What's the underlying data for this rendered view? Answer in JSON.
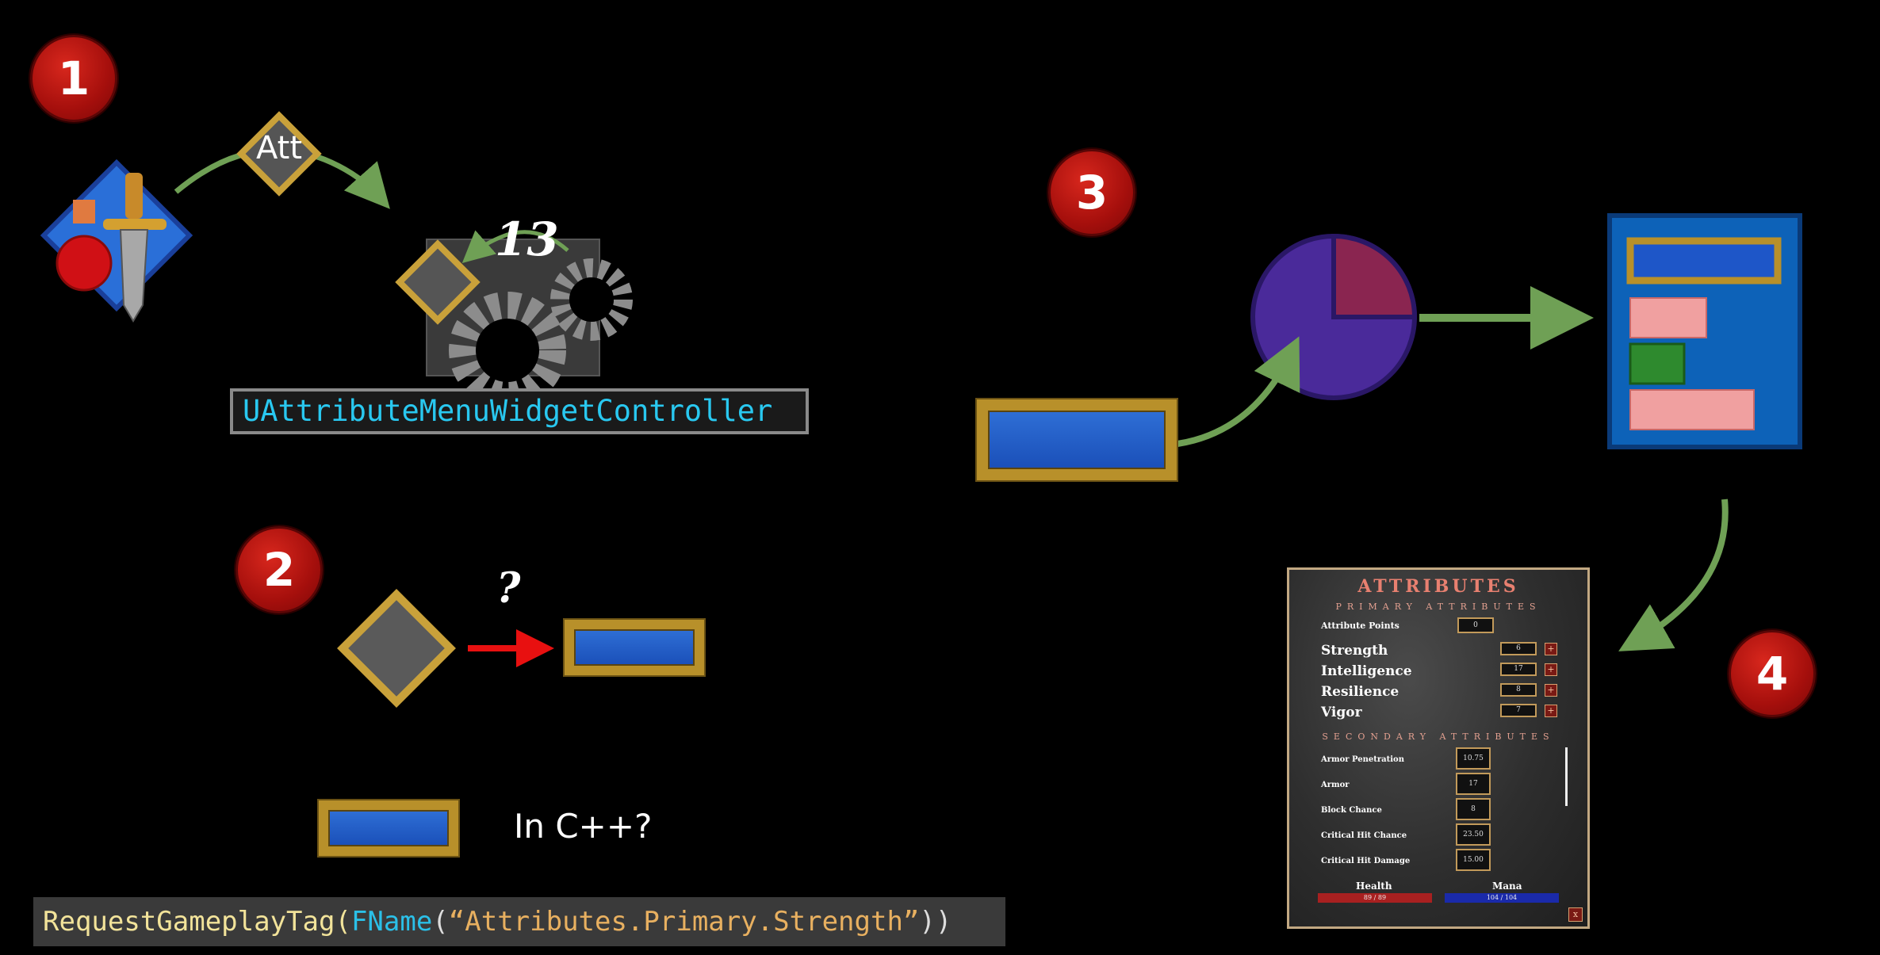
{
  "badges": [
    "1",
    "2",
    "3",
    "4"
  ],
  "section1": {
    "att_label": "Att",
    "count_label": "13",
    "controller_name": "UAttributeMenuWidgetController"
  },
  "section2": {
    "question_mark": "?",
    "cpp_question": "In C++?"
  },
  "code_line": {
    "fn": "RequestGameplayTag(",
    "type": "FName",
    "open_paren": "(",
    "string": "“Attributes.Primary.Strength”",
    "close": "))"
  },
  "attributes_panel": {
    "title": "ATTRIBUTES",
    "primary_header": "PRIMARY ATTRIBUTES",
    "attribute_points_label": "Attribute Points",
    "attribute_points_value": "0",
    "primary": [
      {
        "name": "Strength",
        "value": "6"
      },
      {
        "name": "Intelligence",
        "value": "17"
      },
      {
        "name": "Resilience",
        "value": "8"
      },
      {
        "name": "Vigor",
        "value": "7"
      }
    ],
    "secondary_header": "SECONDARY ATTRIBUTES",
    "secondary": [
      {
        "name": "Armor Penetration",
        "value": "10.75"
      },
      {
        "name": "Armor",
        "value": "17"
      },
      {
        "name": "Block Chance",
        "value": "8"
      },
      {
        "name": "Critical Hit Chance",
        "value": "23.50"
      },
      {
        "name": "Critical Hit Damage",
        "value": "15.00"
      }
    ],
    "health_label": "Health",
    "health_value": "89 / 89",
    "mana_label": "Mana",
    "mana_value": "104 / 104",
    "close_label": "x"
  },
  "colors": {
    "badge": "#b8130f",
    "gold": "#b8902a",
    "bar_blue": "#2461cc",
    "arrow_green": "#6fa055",
    "arrow_red": "#e81010",
    "controller_text": "#29c8f0",
    "pie_purple": "#4a2a9a",
    "pie_slice": "#8a2550"
  },
  "icons": [
    "potion-icon",
    "sword-icon",
    "gear-icon",
    "attribute-diamond-icon",
    "pie-chart-icon",
    "widget-panel-icon"
  ]
}
